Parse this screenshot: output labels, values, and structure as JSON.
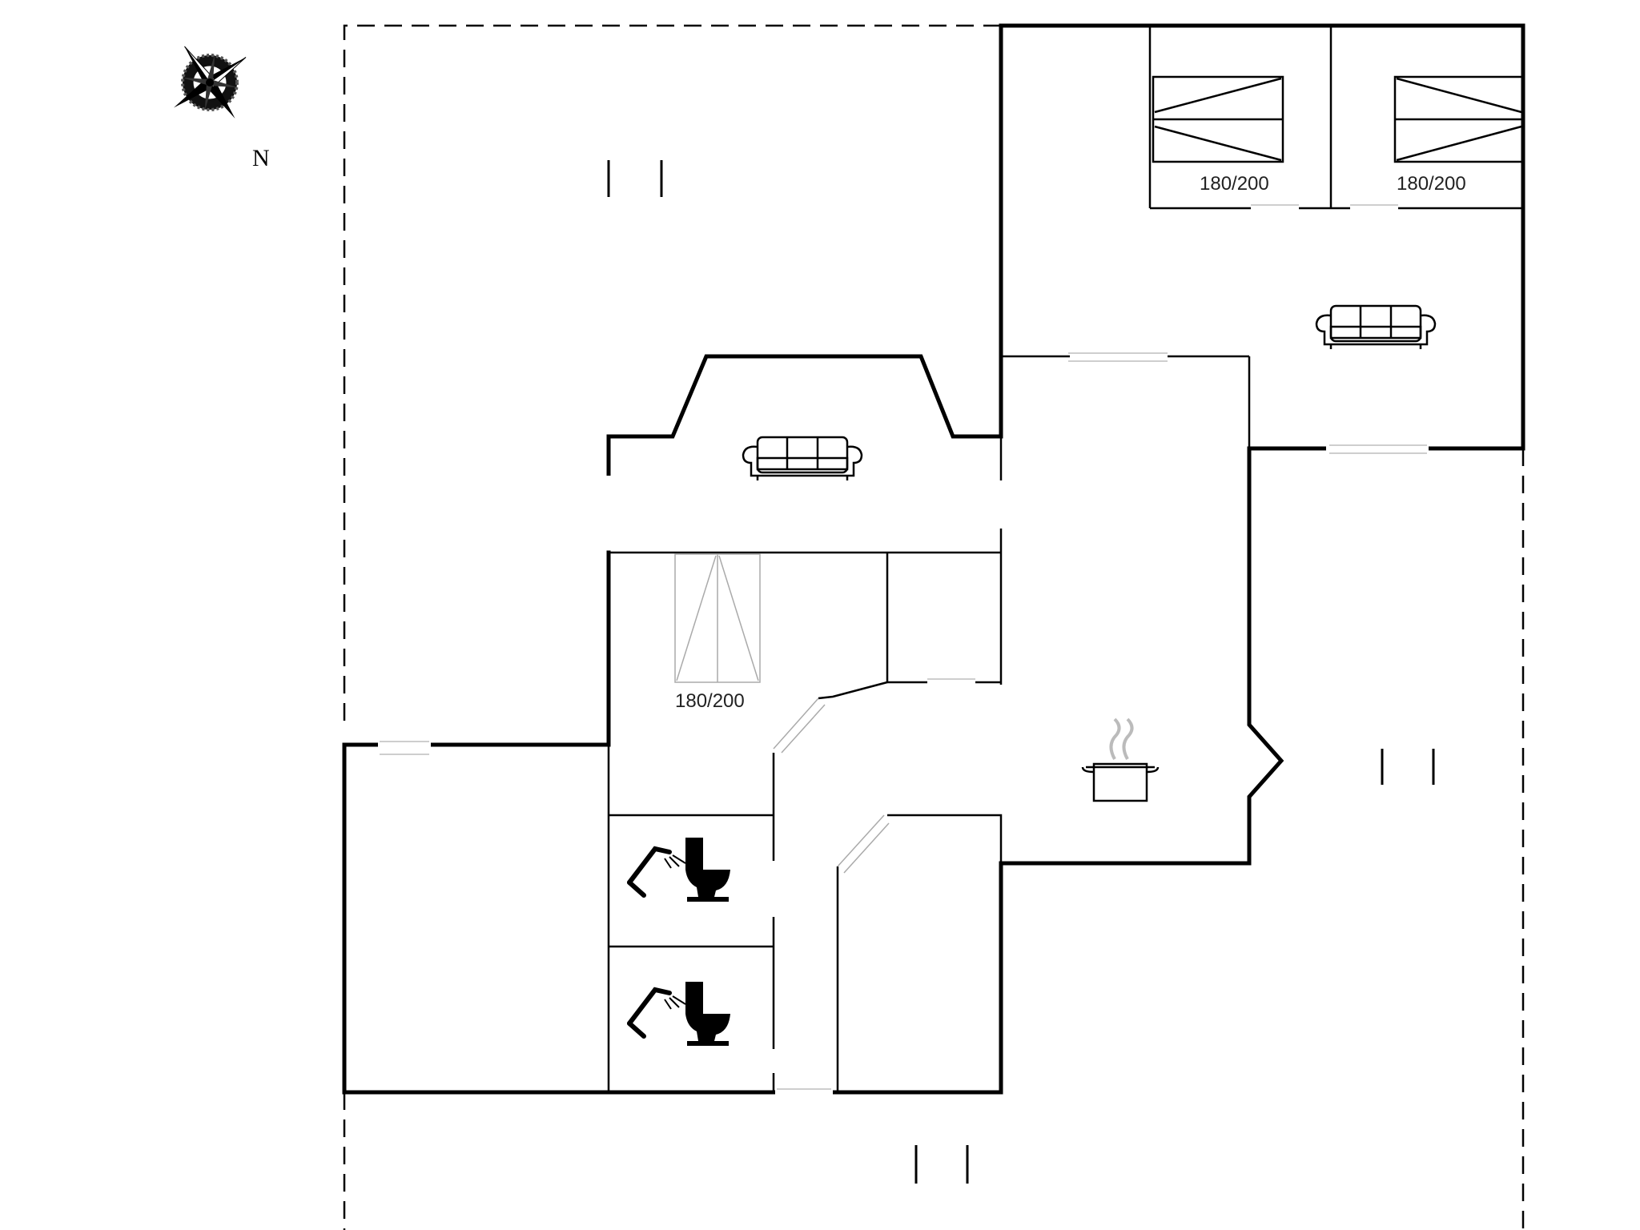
{
  "compass": {
    "label": "N",
    "icon": "compass-rose-icon"
  },
  "beds": [
    {
      "label": "180/200",
      "room": "bedroom-north-1"
    },
    {
      "label": "180/200",
      "room": "bedroom-north-2"
    },
    {
      "label": "180/200",
      "room": "bedroom-center"
    }
  ],
  "bathrooms": [
    {
      "icons": [
        "shower-icon",
        "toilet-icon"
      ]
    },
    {
      "icons": [
        "shower-icon",
        "toilet-icon"
      ]
    }
  ],
  "kitchen": {
    "icon": "cooking-pot-icon"
  },
  "living": [
    {
      "icon": "sofa-icon",
      "room": "living-room-north"
    },
    {
      "icon": "sofa-icon",
      "room": "living-room-center"
    }
  ],
  "colors": {
    "walls": "#000000",
    "windows": "#bdbdbd",
    "background": "#ffffff"
  }
}
